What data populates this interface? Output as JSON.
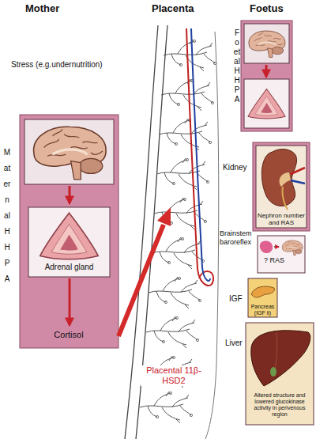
{
  "diagram": {
    "nodes": [
      {
        "text": [
          "Maternal HHPA",
          "Adrenal gland",
          "Cortisol"
        ]
      },
      {
        "text": [
          "Foetal HHPA"
        ]
      },
      {
        "text": [
          "Kidney",
          "Nephron number and RAS"
        ]
      },
      {
        "text": [
          "Brainstem baroreflex",
          "? RAS"
        ]
      },
      {
        "text": [
          "IGF",
          "Pancreas (IGF ii)"
        ]
      },
      {
        "text": [
          "Liver",
          "Altered structure and lowered glucokinase activity in perivenous region"
        ]
      }
    ],
    "labels": [
      "Mother",
      "Placenta",
      "Foetus",
      "Stress (e.g.undernutrition)",
      "Placental 11β-HSD2"
    ]
  }
}
